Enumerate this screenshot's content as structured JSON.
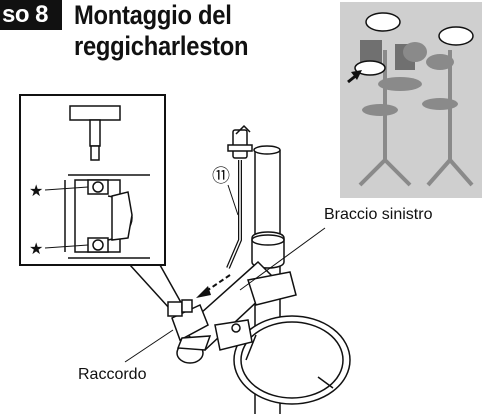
{
  "header": {
    "step_label": "so 8",
    "title_line1": "Montaggio del",
    "title_line2": "reggicharleston"
  },
  "callouts": {
    "part_number": "⑪",
    "left_arm": "Braccio sinistro",
    "connector": "Raccordo",
    "star_symbol": "★"
  },
  "colors": {
    "ink": "#111111",
    "thumbnail_bg": "#cfcfcf",
    "thumbnail_part": "#707070"
  }
}
